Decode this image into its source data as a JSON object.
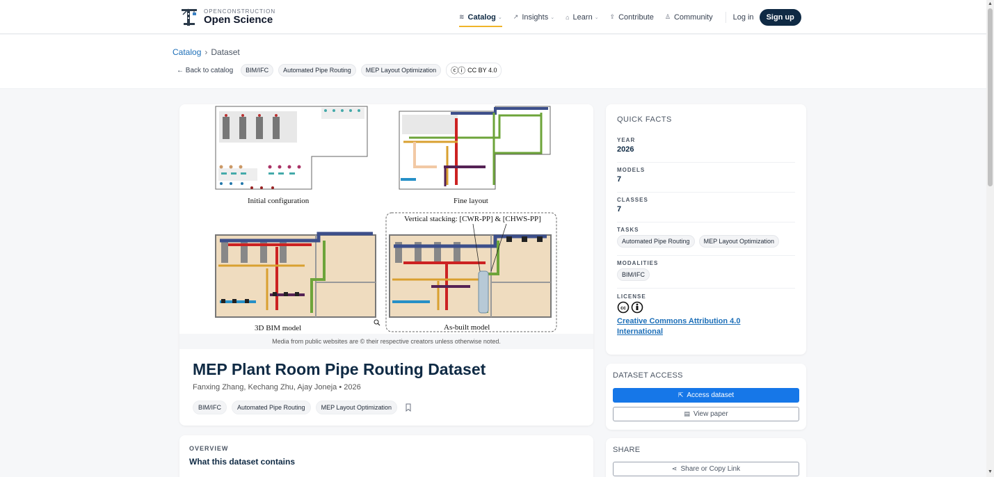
{
  "brand": {
    "small": "OPENCONSTRUCTION",
    "big": "Open Science"
  },
  "nav": {
    "items": [
      {
        "label": "Catalog",
        "icon": "stack-icon"
      },
      {
        "label": "Insights",
        "icon": "trend-icon"
      },
      {
        "label": "Learn",
        "icon": "graduation-icon"
      },
      {
        "label": "Contribute",
        "icon": "upload-icon"
      },
      {
        "label": "Community",
        "icon": "user-icon"
      }
    ],
    "login": "Log in",
    "signup": "Sign up"
  },
  "breadcrumb": {
    "root": "Catalog",
    "current": "Dataset"
  },
  "crumbrow": {
    "back": "← Back to catalog",
    "chips": [
      "BIM/IFC",
      "Automated Pipe Routing",
      "MEP Layout Optimization"
    ],
    "license": "CC BY 4.0"
  },
  "figure": {
    "labels": {
      "initial": "Initial configuration",
      "fine": "Fine layout",
      "bim": "3D BIM model",
      "asbuilt": "As-built model",
      "stacking": "Vertical stacking:  [CWR-PP] & [CHWS-PP]"
    },
    "caption": "Media from public websites are © their respective creators unless otherwise noted."
  },
  "dataset": {
    "title": "MEP Plant Room Pipe Routing Dataset",
    "authors": "Fanxing Zhang, Kechang Zhu, Ajay Joneja • 2026",
    "tags": [
      "BIM/IFC",
      "Automated Pipe Routing",
      "MEP Layout Optimization"
    ]
  },
  "overview": {
    "label": "OVERVIEW",
    "title": "What this dataset contains"
  },
  "quickfacts": {
    "title": "QUICK FACTS",
    "year_label": "YEAR",
    "year": "2026",
    "models_label": "MODELS",
    "models": "7",
    "classes_label": "CLASSES",
    "classes": "7",
    "tasks_label": "TASKS",
    "tasks": [
      "Automated Pipe Routing",
      "MEP Layout Optimization"
    ],
    "modalities_label": "MODALITIES",
    "modalities": [
      "BIM/IFC"
    ],
    "license_label": "LICENSE",
    "license_link": "Creative Commons Attribution 4.0 International"
  },
  "access": {
    "title": "DATASET ACCESS",
    "primary": "Access dataset",
    "secondary": "View paper"
  },
  "share": {
    "title": "SHARE",
    "button": "Share or Copy Link"
  },
  "colors": {
    "navy": "#0f2a44",
    "accent": "#f0b429",
    "link": "#1d6fb8",
    "primary": "#1677e8"
  }
}
